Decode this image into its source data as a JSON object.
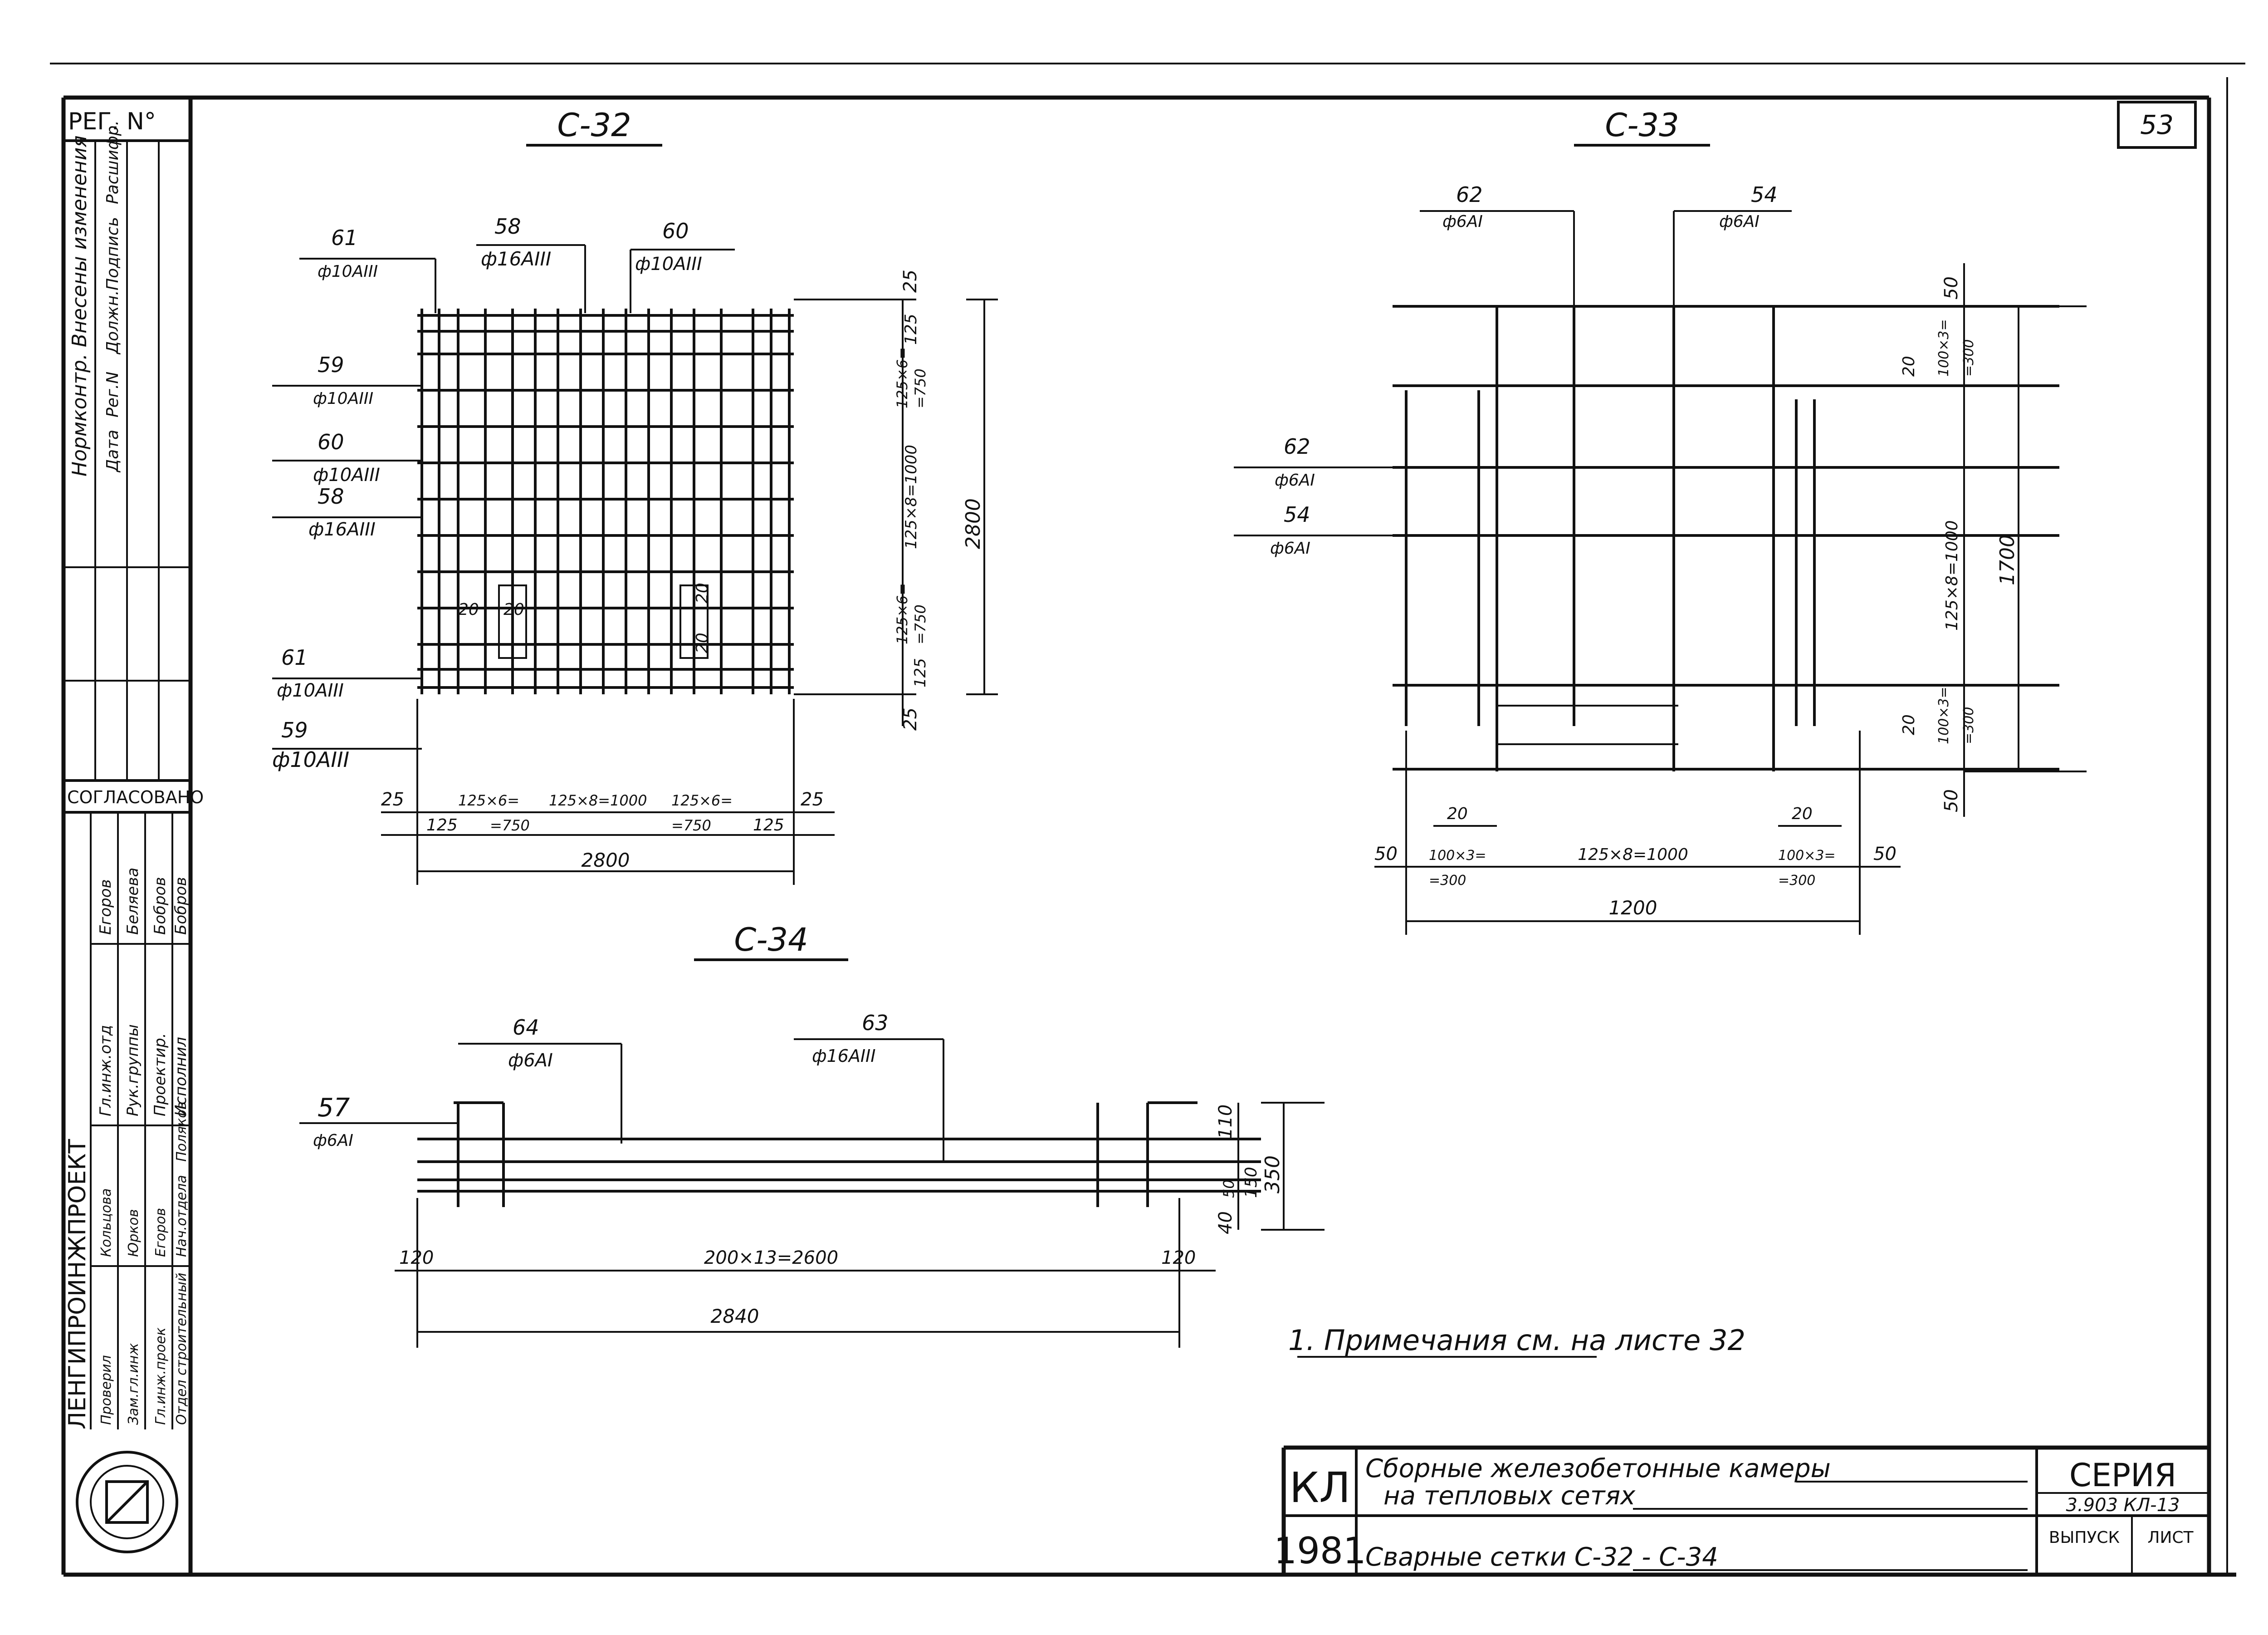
{
  "sheet": {
    "sheet_number": "53",
    "reg_label": "РЕГ. N°",
    "revision_header": "Нормконтр. Внесены изменения",
    "revision_columns": [
      "Дата",
      "Рег.N",
      "Должн.",
      "Подпись",
      "Расшифр."
    ],
    "agreed_label": "СОГЛАСОВАНО",
    "org_name": "ЛЕНГИПРОИНЖПРОЕКТ",
    "staff_rows": [
      {
        "role": "Гл.инж.отд",
        "name": "Егоров"
      },
      {
        "role": "Рук.группы",
        "name": "Беляева"
      },
      {
        "role": "Проектир.",
        "name": "Бобров"
      },
      {
        "role": "Исполнил",
        "name": "Бобров"
      },
      {
        "role": "Проверил",
        "name": "Кольцова"
      },
      {
        "role": "Зам.гл.инж",
        "name": "Юрков"
      },
      {
        "role": "Гл.инж.проек",
        "name": "Егоров"
      },
      {
        "role": "Отдел строительный",
        "name": ""
      },
      {
        "role": "Нач.отдела",
        "name": "Поляков"
      }
    ]
  },
  "drawings": {
    "c32": {
      "title": "С-32",
      "labels": [
        {
          "pos": "61",
          "rebar": "ф10АIII"
        },
        {
          "pos": "58",
          "rebar": "ф16АIII"
        },
        {
          "pos": "60",
          "rebar": "ф10АIII"
        },
        {
          "pos": "59",
          "rebar": "ф10АIII"
        },
        {
          "pos": "60",
          "rebar": "ф10АIII"
        },
        {
          "pos": "58",
          "rebar": "ф16АIII"
        },
        {
          "pos": "61",
          "rebar": "ф10АIII"
        },
        {
          "pos": "59",
          "rebar": "ф10АIII"
        }
      ],
      "dims_right": [
        "25",
        "125",
        "125×6=",
        "=750",
        "125×8=1000",
        "125×6=",
        "=750",
        "125",
        "25",
        "2800"
      ],
      "dims_bottom": [
        "25",
        "125",
        "125×6=",
        "=750",
        "125×8=1000",
        "125×6=",
        "=750",
        "125",
        "25",
        "2800"
      ],
      "inner_dims": [
        "20",
        "20",
        "20",
        "20"
      ]
    },
    "c33": {
      "title": "С-33",
      "labels": [
        {
          "pos": "62",
          "rebar": "ф6АI"
        },
        {
          "pos": "54",
          "rebar": "ф6АI"
        },
        {
          "pos": "62",
          "rebar": "ф6АI"
        },
        {
          "pos": "54",
          "rebar": "ф6АI"
        }
      ],
      "dims_right": [
        "50",
        "100×3=",
        "=300",
        "125×8=1000",
        "100×3=",
        "=300",
        "50",
        "1700",
        "20",
        "20"
      ],
      "dims_bottom": [
        "50",
        "100×3=",
        "=300",
        "125×8=1000",
        "100×3=",
        "=300",
        "50",
        "1200",
        "20",
        "20"
      ]
    },
    "c34": {
      "title": "С-34",
      "labels": [
        {
          "pos": "64",
          "rebar": "ф6АI"
        },
        {
          "pos": "63",
          "rebar": "ф16АIII"
        },
        {
          "pos": "57",
          "rebar": "ф6АI"
        }
      ],
      "dims_right": [
        "110",
        "150",
        "350",
        "50",
        "40"
      ],
      "dims_bottom": [
        "120",
        "200×13=2600",
        "120",
        "2840"
      ]
    }
  },
  "note": "1. Примечания см. на листе 32",
  "title_block": {
    "code": "КЛ",
    "year": "1981",
    "line1": "Сборные железобетонные камеры",
    "line2": "на тепловых сетях",
    "line3": "Сварные сетки С-32 - С-34",
    "series_label": "СЕРИЯ",
    "series_value": "3.903 КЛ-13",
    "issue_label": "ВЫПУСК",
    "sheet_label": "ЛИСТ"
  }
}
